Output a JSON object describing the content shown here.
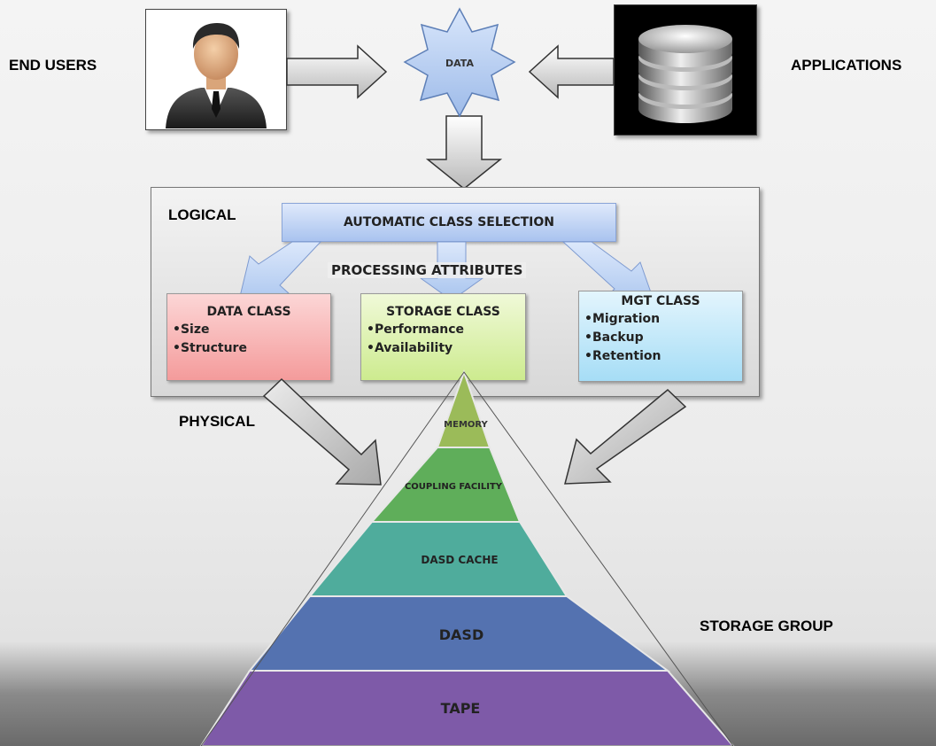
{
  "labels": {
    "end_users": "END USERS",
    "applications": "APPLICATIONS",
    "data": "DATA",
    "logical": "LOGICAL",
    "physical": "PHYSICAL",
    "storage_group": "STORAGE GROUP"
  },
  "acs": {
    "title": "AUTOMATIC CLASS SELECTION",
    "processing": "PROCESSING ATTRIBUTES"
  },
  "classes": [
    {
      "title": "DATA CLASS",
      "items": [
        "Size",
        "Structure"
      ],
      "color": "#f7a8a8"
    },
    {
      "title": "STORAGE CLASS",
      "items": [
        "Performance",
        "Availability"
      ],
      "color": "#d8f0a8"
    },
    {
      "title": "MGT CLASS",
      "items": [
        "Migration",
        "Backup",
        "Retention"
      ],
      "color": "#b8e4f8"
    }
  ],
  "pyramid": [
    {
      "label": "MEMORY",
      "color": "#9bbb59"
    },
    {
      "label": "COUPLING FACILITY",
      "color": "#5fae5a"
    },
    {
      "label": "DASD CACHE",
      "color": "#4fac9c"
    },
    {
      "label": "DASD",
      "color": "#5472b0"
    },
    {
      "label": "TAPE",
      "color": "#7e5aa8"
    }
  ],
  "icons": {
    "user": "business-person-icon",
    "applications": "database-icon",
    "data": "star-burst-icon"
  }
}
